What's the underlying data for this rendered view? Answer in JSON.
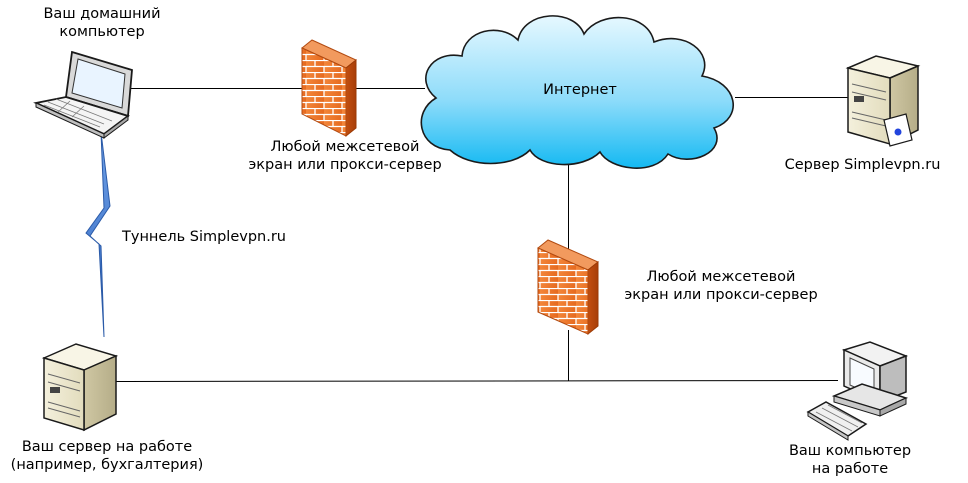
{
  "nodes": {
    "home_computer": {
      "lines": [
        "Ваш домашний",
        "компьютер"
      ]
    },
    "firewall_top": {
      "lines": [
        "Любой межсетевой",
        "экран или прокси-сервер"
      ]
    },
    "internet": {
      "label": "Интернет"
    },
    "server_simplevpn": {
      "label": "Сервер Simplevpn.ru"
    },
    "tunnel": {
      "label": "Туннель Simplevpn.ru"
    },
    "firewall_mid": {
      "lines": [
        "Любой межсетевой",
        "экран или прокси-сервер"
      ]
    },
    "work_server": {
      "lines": [
        "Ваш сервер на работе",
        "(например, бухгалтерия)"
      ]
    },
    "work_computer": {
      "lines": [
        "Ваш компьютер",
        "на работе"
      ]
    }
  },
  "colors": {
    "line": "#000000",
    "cloud_top": "#d6f3ff",
    "cloud_bottom": "#1ec0f5",
    "firewall": "#f07a2e",
    "tunnel": "#3a78d0"
  }
}
